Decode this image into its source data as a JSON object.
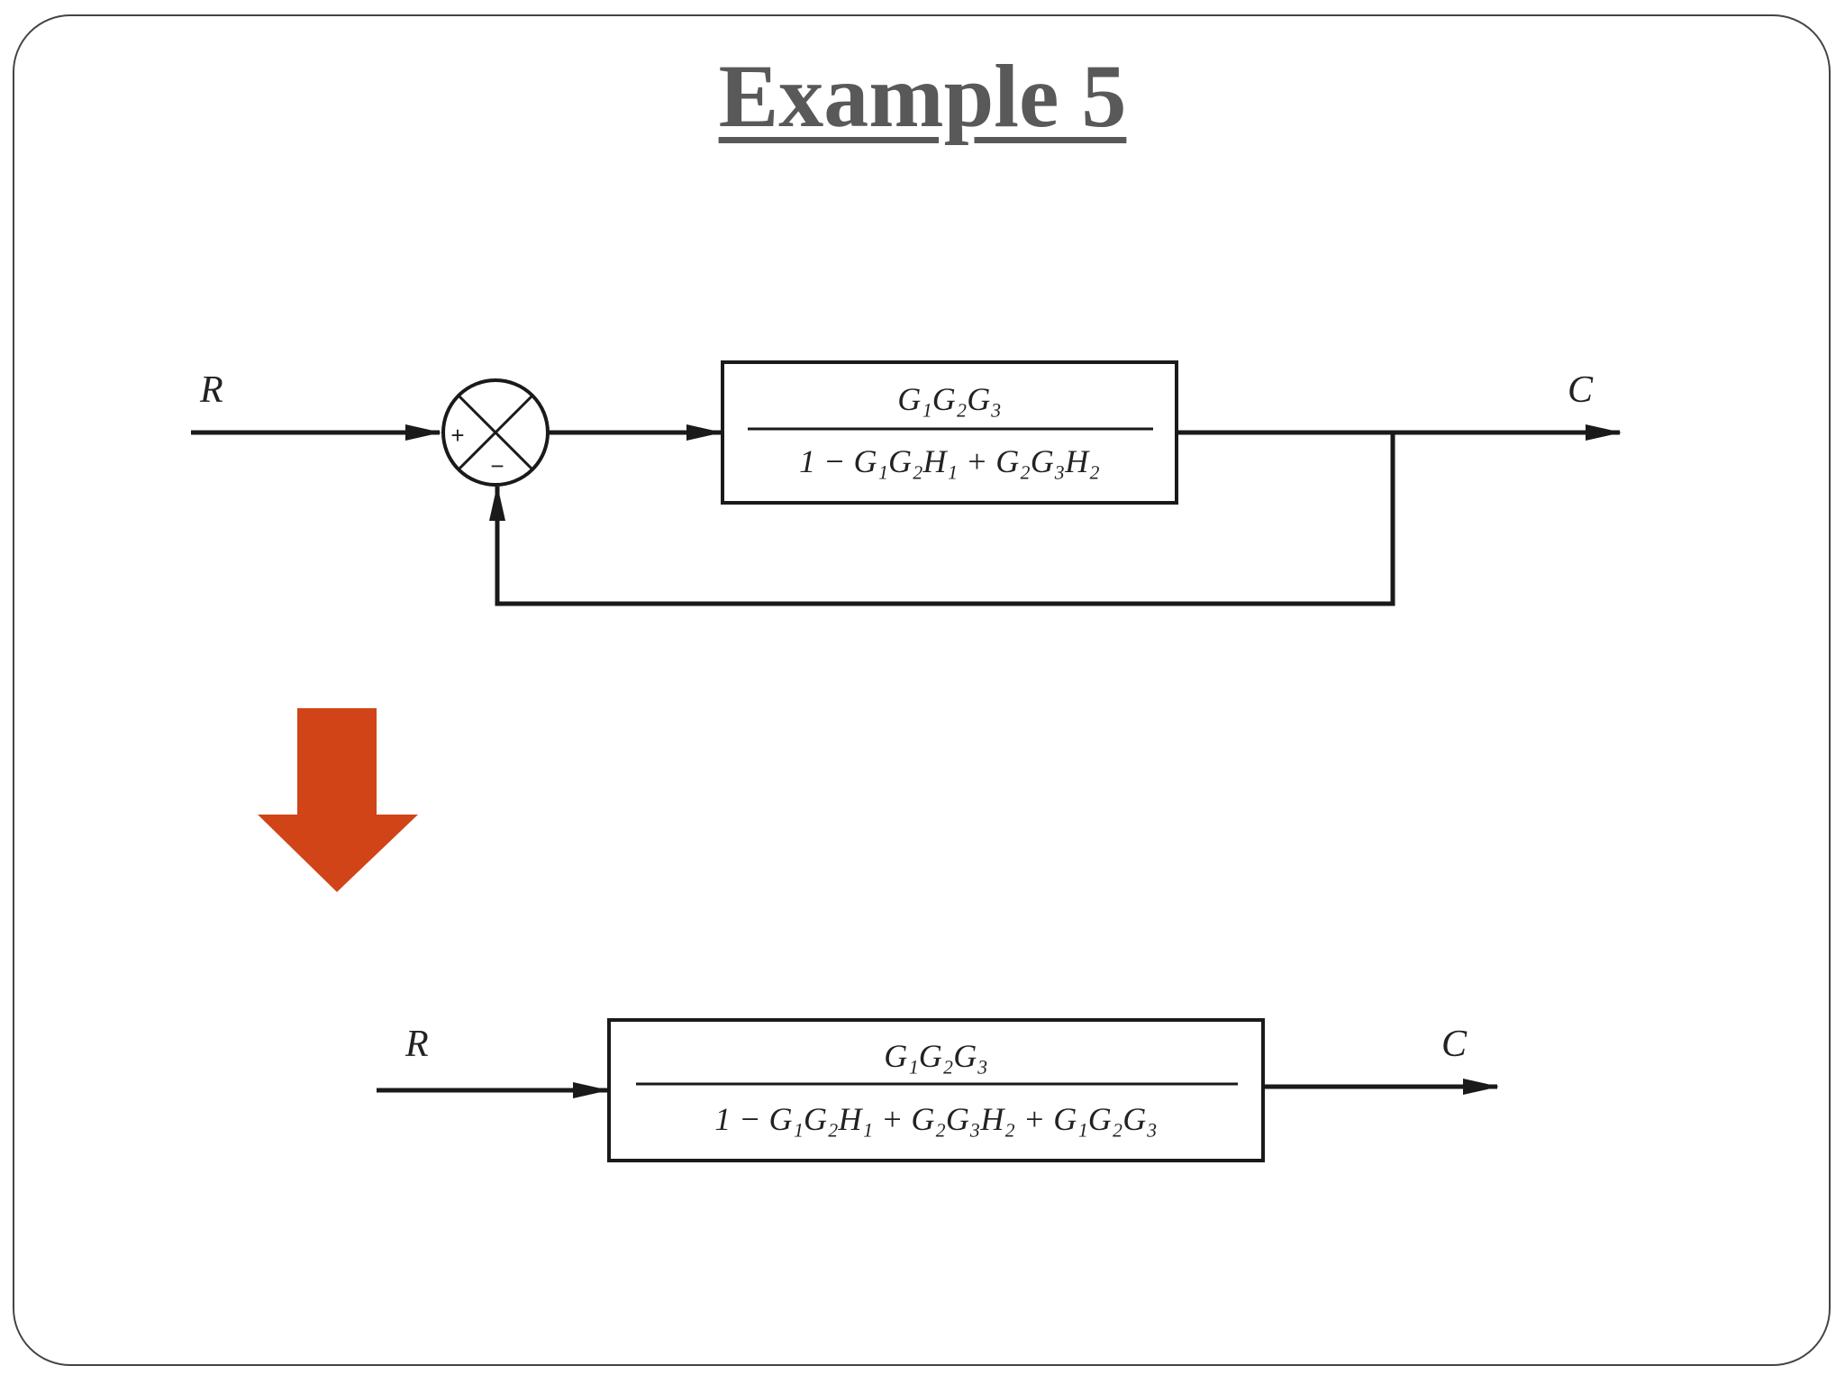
{
  "title": "Example 5",
  "colors": {
    "arrow": "#d04418",
    "line": "#1a1a1a",
    "title": "#595959"
  },
  "top_diagram": {
    "input_label": "R",
    "output_label": "C",
    "plus_sign": "+",
    "minus_sign": "−",
    "numerator": "G₁G₂G₃",
    "denominator": "1 − G₁G₂H₁ + G₂G₃H₂"
  },
  "arrow_icon": "down-arrow-icon",
  "bottom_diagram": {
    "input_label": "R",
    "output_label": "C",
    "numerator": "G₁G₂G₃",
    "denominator": "1 − G₁G₂H₁ + G₂G₃H₂ + G₁G₂G₃"
  }
}
